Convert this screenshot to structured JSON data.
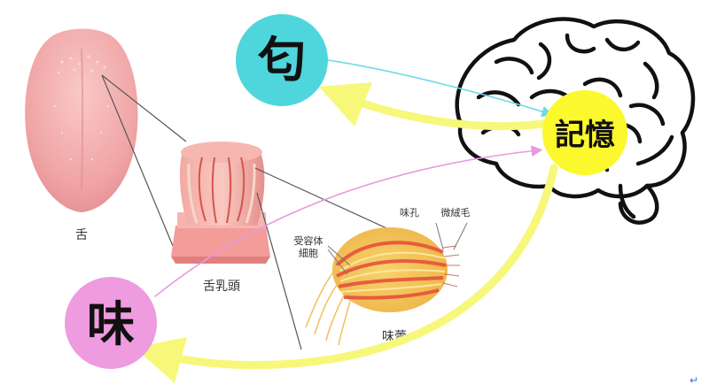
{
  "nodes": {
    "smell": {
      "text": "匂",
      "color": "#4fd6dd"
    },
    "memory": {
      "text": "記憶",
      "color": "#fbf82e"
    },
    "taste": {
      "text": "味",
      "color": "#ef9bdf"
    }
  },
  "labels": {
    "tongue": "舌",
    "papilla": "舌乳頭",
    "taste_pore": "味孔",
    "microvilli": "微絨毛",
    "receptor_cell_line1": "受容体",
    "receptor_cell_line2": "細胞",
    "taste_bud": "味蕾"
  },
  "footer": {
    "return_symbol": "↵"
  },
  "colors": {
    "arrow_yellow": "#f7f77a",
    "arrow_cyan": "#6fd8e8",
    "arrow_pink": "#e79ae0",
    "tongue_pink": "#f2a5a8",
    "brain_outline": "#111111"
  }
}
